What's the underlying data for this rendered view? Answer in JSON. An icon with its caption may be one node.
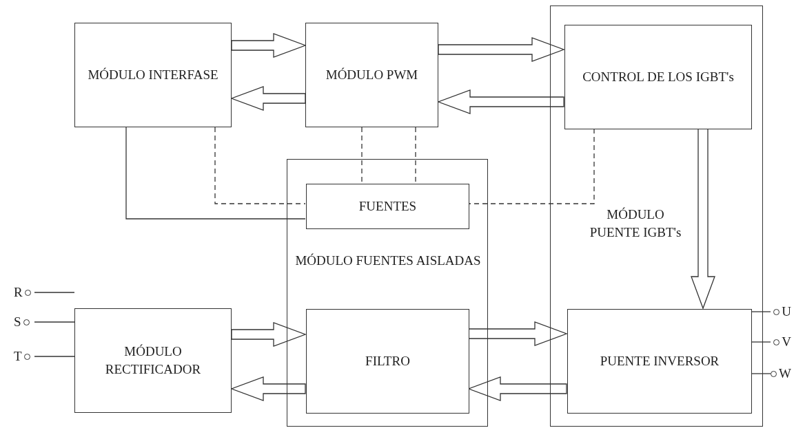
{
  "diagram": {
    "nodes": [
      {
        "text": [
          "MÓDULO INTERFASE"
        ]
      },
      {
        "text": [
          "MÓDULO PWM"
        ]
      },
      {
        "text": [
          "MÓDULO PUENTE IGBT's"
        ]
      },
      {
        "text": [
          "CONTROL DE LOS IGBT's"
        ],
        "in": 2
      },
      {
        "text": [
          "PUENTE INVERSOR"
        ],
        "in": 2
      },
      {
        "text": [
          "MÓDULO FUENTES AISLADAS"
        ]
      },
      {
        "text": [
          "FUENTES"
        ],
        "in": 5
      },
      {
        "text": [
          "FILTRO"
        ],
        "in": 5
      },
      {
        "text": [
          "MÓDULO RECTIFICADOR"
        ]
      },
      {
        "text": [
          "R"
        ]
      },
      {
        "text": [
          "S"
        ]
      },
      {
        "text": [
          "T"
        ]
      },
      {
        "text": [
          "U"
        ]
      },
      {
        "text": [
          "V"
        ]
      },
      {
        "text": [
          "W"
        ]
      }
    ],
    "edges": [
      {
        "from": 0,
        "to": 1,
        "arrow": "to",
        "style": "thick"
      },
      {
        "from": 1,
        "to": 0,
        "arrow": "to",
        "style": "thick"
      },
      {
        "from": 1,
        "to": 3,
        "arrow": "to",
        "style": "thick"
      },
      {
        "from": 3,
        "to": 1,
        "arrow": "to",
        "style": "thick"
      },
      {
        "from": 3,
        "to": 4,
        "arrow": "to",
        "style": "thick"
      },
      {
        "from": 8,
        "to": 7,
        "arrow": "to",
        "style": "thick"
      },
      {
        "from": 7,
        "to": 8,
        "arrow": "to",
        "style": "thick"
      },
      {
        "from": 7,
        "to": 4,
        "arrow": "to",
        "style": "thick"
      },
      {
        "from": 4,
        "to": 7,
        "arrow": "to",
        "style": "thick"
      },
      {
        "from": 0,
        "to": 6,
        "arrow": "none"
      },
      {
        "from": 0,
        "to": 6,
        "arrow": "none",
        "style": "dashed"
      },
      {
        "from": 1,
        "to": 6,
        "arrow": "none",
        "style": "dashed"
      },
      {
        "from": 1,
        "to": 6,
        "arrow": "none",
        "style": "dashed"
      },
      {
        "from": 3,
        "to": 6,
        "arrow": "none",
        "style": "dashed"
      },
      {
        "from": 9,
        "to": 8,
        "arrow": "none"
      },
      {
        "from": 10,
        "to": 8,
        "arrow": "none"
      },
      {
        "from": 11,
        "to": 8,
        "arrow": "none"
      },
      {
        "from": 4,
        "to": 12,
        "arrow": "none"
      },
      {
        "from": 4,
        "to": 13,
        "arrow": "none"
      },
      {
        "from": 4,
        "to": 14,
        "arrow": "none"
      }
    ]
  }
}
